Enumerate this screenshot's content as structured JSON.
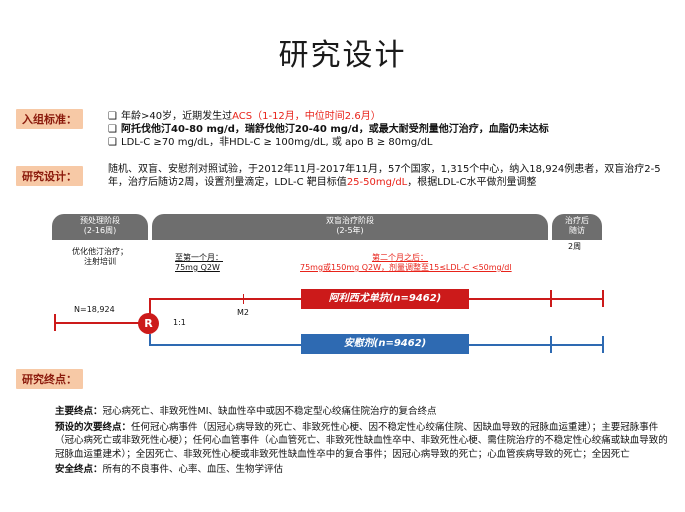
{
  "title": "研究设计",
  "labels": {
    "inclusion": "入组标准：",
    "design": "研究设计：",
    "endpoints": "研究终点："
  },
  "inclusion": {
    "line1_prefix": "年龄>40岁，近期发生过",
    "line1_red": "ACS（1-12月，中位时间2.6月）",
    "line2": "阿托伐他汀40-80 mg/d，瑞舒伐他汀20-40 mg/d，或最大耐受剂量他汀治疗，血脂仍未达标",
    "line3": "LDL-C ≥70 mg/dL，非HDL-C ≥ 100mg/dL, 或 apo B ≥ 80mg/dL"
  },
  "design_text": {
    "part1": "随机、双盲、安慰剂对照试验，于2012年11月-2017年11月，57个国家，1,315个中心，纳入18,924例患者，双盲治疗2-5年，治疗后随访2周，设置剂量滴定，LDL-C 靶目标值",
    "target_red": "25-50mg/dL",
    "part2": "，根据LDL-C水平做剂量调整"
  },
  "phases": {
    "run_in": [
      "预处理阶段",
      "(2-16周)"
    ],
    "double_blind": [
      "双盲治疗阶段",
      "(2-5年)"
    ],
    "follow_up": [
      "治疗后",
      "随访"
    ]
  },
  "notes": {
    "run_in": [
      "优化他汀治疗；",
      "注射培训"
    ],
    "month1": [
      "至第一个月：",
      "75mg Q2W"
    ],
    "month2_title": "第二个月之后：",
    "month2_body": "75mg或150mg Q2W，剂量调整至15≤LDL-C <50mg/dl",
    "follow_weeks": "2周",
    "m2": "M2"
  },
  "randomization": {
    "n": "N=18,924",
    "symbol": "R",
    "ratio": "1:1"
  },
  "arms": {
    "drug": "阿利西尤单抗(n=9462)",
    "placebo": "安慰剂(n=9462)"
  },
  "endpoints": {
    "primary_label": "主要终点：",
    "primary": "冠心病死亡、非致死性MI、缺血性卒中或因不稳定型心绞痛住院治疗的复合终点",
    "secondary_label": "预设的次要终点：",
    "secondary": "任何冠心病事件（因冠心病导致的死亡、非致死性心梗、因不稳定性心绞痛住院、因缺血导致的冠脉血运重建）；主要冠脉事件（冠心病死亡或非致死性心梗）；任何心血管事件（心血管死亡、非致死性缺血性卒中、非致死性心梗、需住院治疗的不稳定性心绞痛或缺血导致的冠脉血运重建术）；全因死亡、非致死性心梗或非致死性缺血性卒中的复合事件；因冠心病导致的死亡；心血管疾病导致的死亡；全因死亡",
    "safety_label": "安全终点：",
    "safety": "所有的不良事件、心率、血压、生物学评估"
  },
  "colors": {
    "label_bg": "#f7c9a6",
    "label_text": "#8b1a0c",
    "accent_red": "#e8231a",
    "drug_arm": "#cc1a1a",
    "placebo_arm": "#2e6ab2",
    "phase_bar": "#6e6e6e"
  }
}
